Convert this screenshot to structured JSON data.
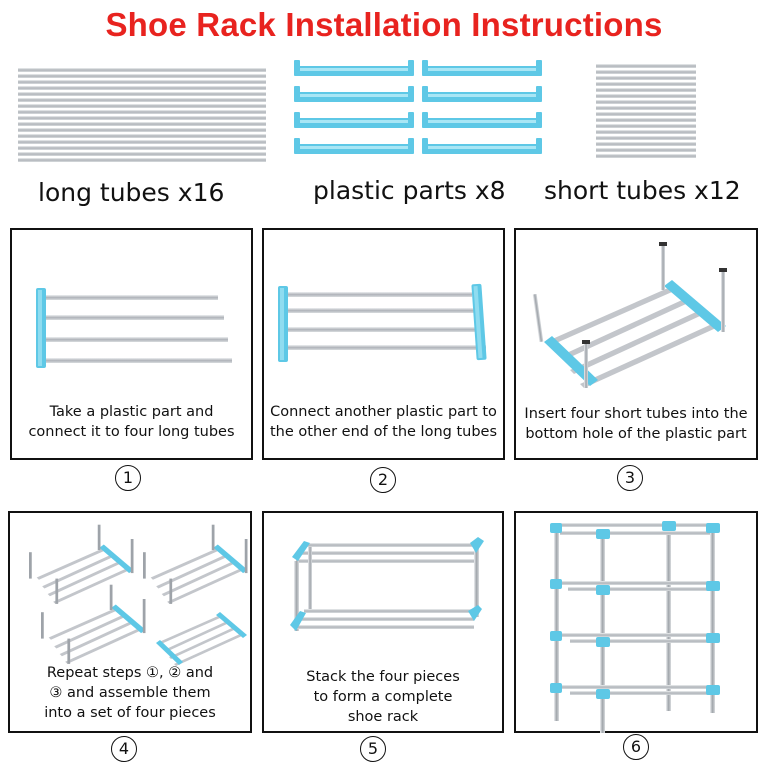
{
  "title": "Shoe Rack Installation Instructions",
  "colors": {
    "title": "#e8231f",
    "plastic": "#5ec8e6",
    "tube": "#b9bcc1"
  },
  "parts": [
    {
      "label": "long tubes x16"
    },
    {
      "label": "plastic parts x8"
    },
    {
      "label": "short tubes x12"
    }
  ],
  "steps": [
    {
      "number": "1",
      "caption": "Take a plastic part and connect it to four long tubes"
    },
    {
      "number": "2",
      "caption": "Connect another plastic part to the other end of the long tubes"
    },
    {
      "number": "3",
      "caption": "Insert four short tubes into the bottom hole of the plastic part"
    },
    {
      "number": "4",
      "caption": "Repeat steps ①, ② and ③ and assemble them into a set of four pieces"
    },
    {
      "number": "5",
      "caption": "Stack the four pieces to form a complete shoe rack"
    },
    {
      "number": "6",
      "caption": ""
    }
  ]
}
